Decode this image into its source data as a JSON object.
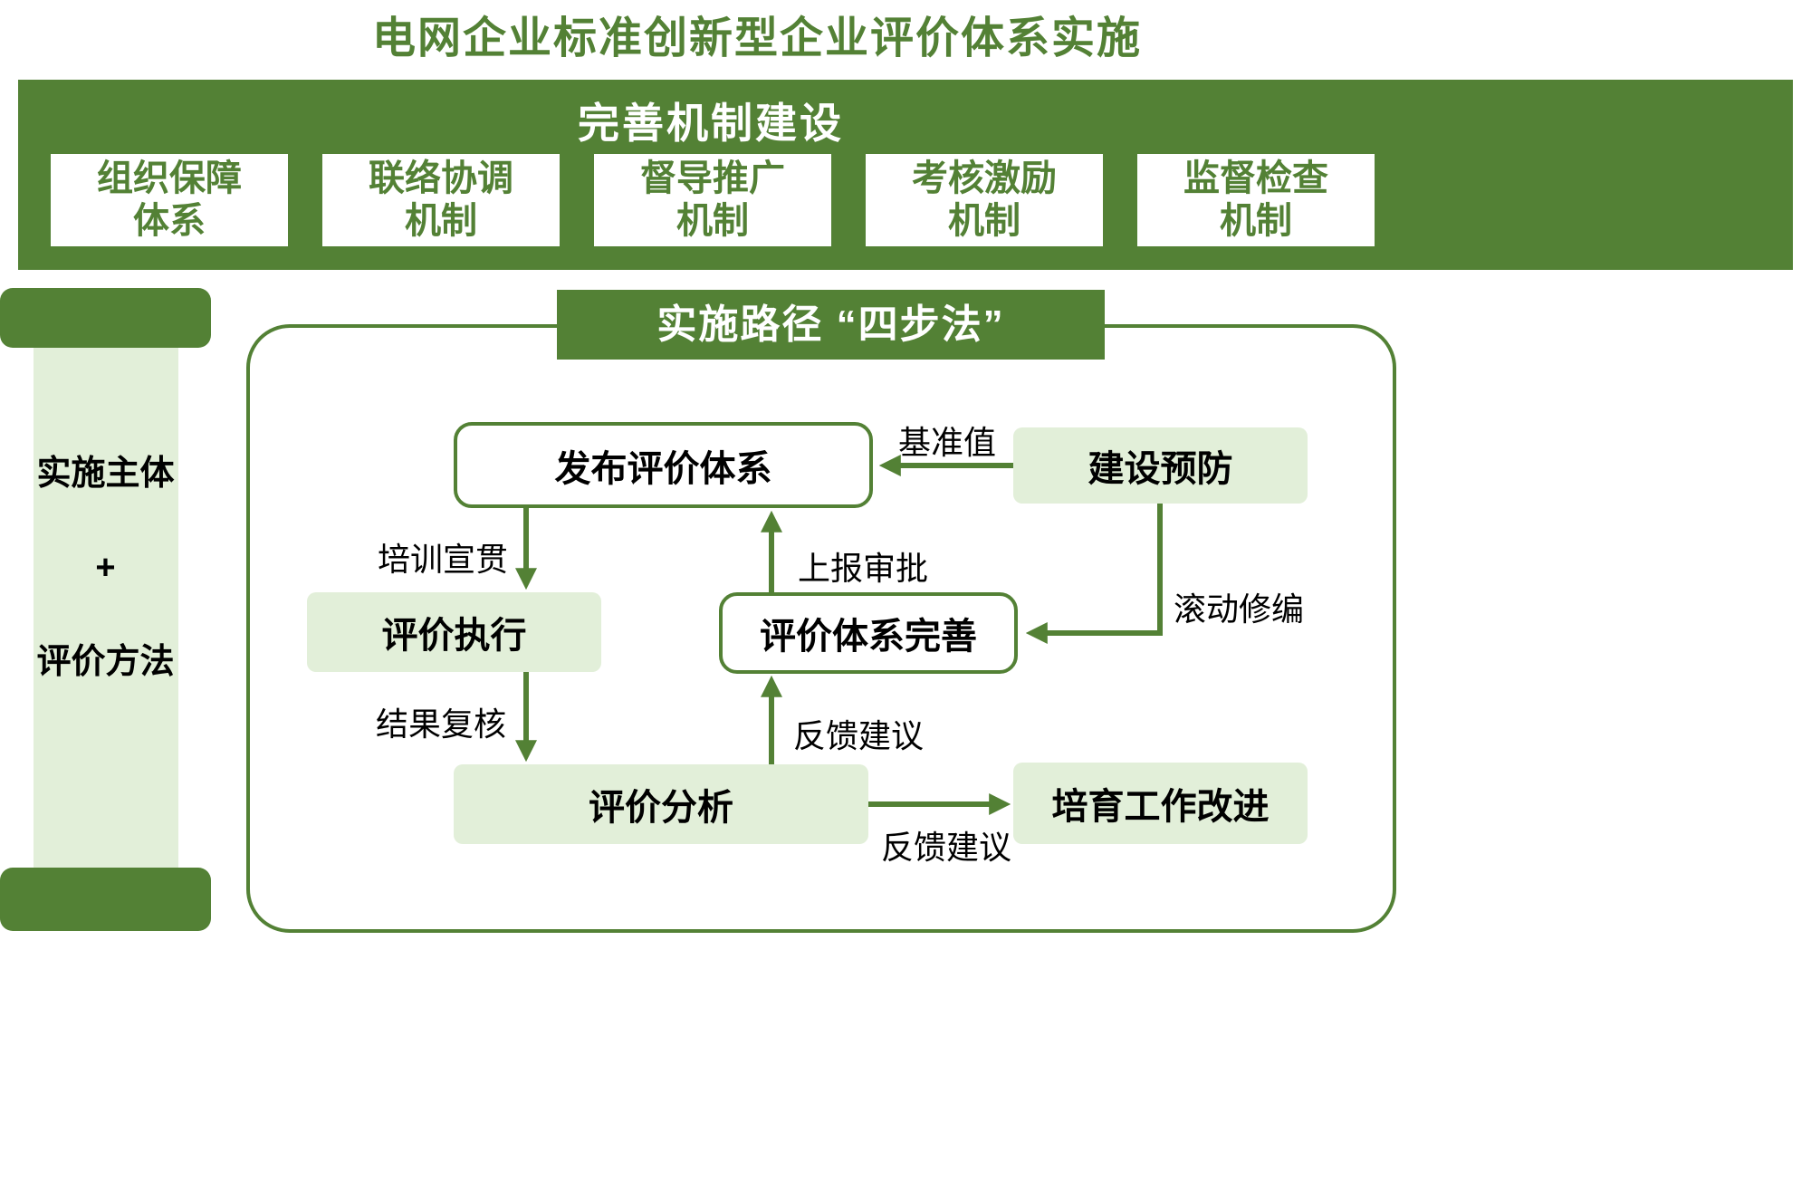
{
  "title": "电网企业标准创新型企业评价体系实施",
  "colors": {
    "dark_green": "#538135",
    "light_green": "#E2EFD9",
    "text_dark": "#000000",
    "white": "#ffffff"
  },
  "mechanism_banner": {
    "title": "完善机制建设",
    "boxes": [
      {
        "line1": "组织保障",
        "line2": "体系"
      },
      {
        "line1": "联络协调",
        "line2": "机制"
      },
      {
        "line1": "督导推广",
        "line2": "机制"
      },
      {
        "line1": "考核激励",
        "line2": "机制"
      },
      {
        "line1": "监督检查",
        "line2": "机制"
      }
    ]
  },
  "pillar": {
    "lines": [
      "实施主体",
      "+",
      "评价方法"
    ]
  },
  "flow": {
    "title": "实施路径 “四步法”",
    "nodes": {
      "publish": {
        "label": "发布评价体系"
      },
      "prevention": {
        "label": "建设预防"
      },
      "execution": {
        "label": "评价执行"
      },
      "improvement": {
        "label": "评价体系完善"
      },
      "analysis": {
        "label": "评价分析"
      },
      "cultivation": {
        "label": "培育工作改进"
      }
    },
    "arrow_labels": {
      "baseline_value": "基准值",
      "training": "培训宣贯",
      "report_approval": "上报审批",
      "rolling_revision": "滚动修编",
      "result_review": "结果复核",
      "feedback_up": "反馈建议",
      "feedback_right": "反馈建议"
    }
  }
}
